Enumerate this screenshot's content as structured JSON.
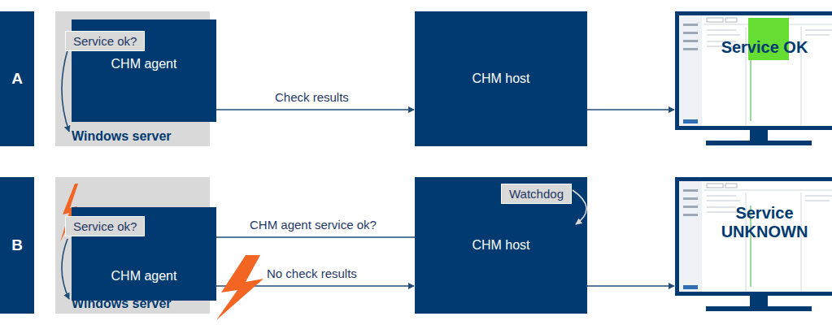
{
  "diagram": {
    "nodes": [
      {
        "text": [
          "A"
        ]
      },
      {
        "text": [
          "Windows server"
        ]
      },
      {
        "text": [
          "CHM agent"
        ],
        "in": 1
      },
      {
        "text": [
          "Service ok?"
        ],
        "in": 2
      },
      {
        "text": [
          "CHM host"
        ]
      },
      {
        "text": [
          "Service OK"
        ]
      },
      {
        "text": [
          "B"
        ]
      },
      {
        "text": [
          "Windows server"
        ]
      },
      {
        "text": [
          "CHM agent"
        ],
        "in": 7
      },
      {
        "text": [
          "Service ok?"
        ],
        "in": 8
      },
      {
        "text": [
          "CHM host"
        ]
      },
      {
        "text": [
          "Watchdog"
        ],
        "in": 10
      },
      {
        "text": [
          "Service UNKNOWN"
        ]
      }
    ],
    "edges": [
      {
        "from": 1,
        "to": 4,
        "label": "Check results",
        "arrow": "to"
      },
      {
        "from": 4,
        "to": 5,
        "arrow": "to"
      },
      {
        "from": 10,
        "to": 7,
        "label": "CHM agent service ok?",
        "arrow": "to"
      },
      {
        "from": 7,
        "to": 10,
        "label": "No check results",
        "arrow": "to"
      },
      {
        "from": 10,
        "to": 12,
        "arrow": "to"
      }
    ]
  }
}
